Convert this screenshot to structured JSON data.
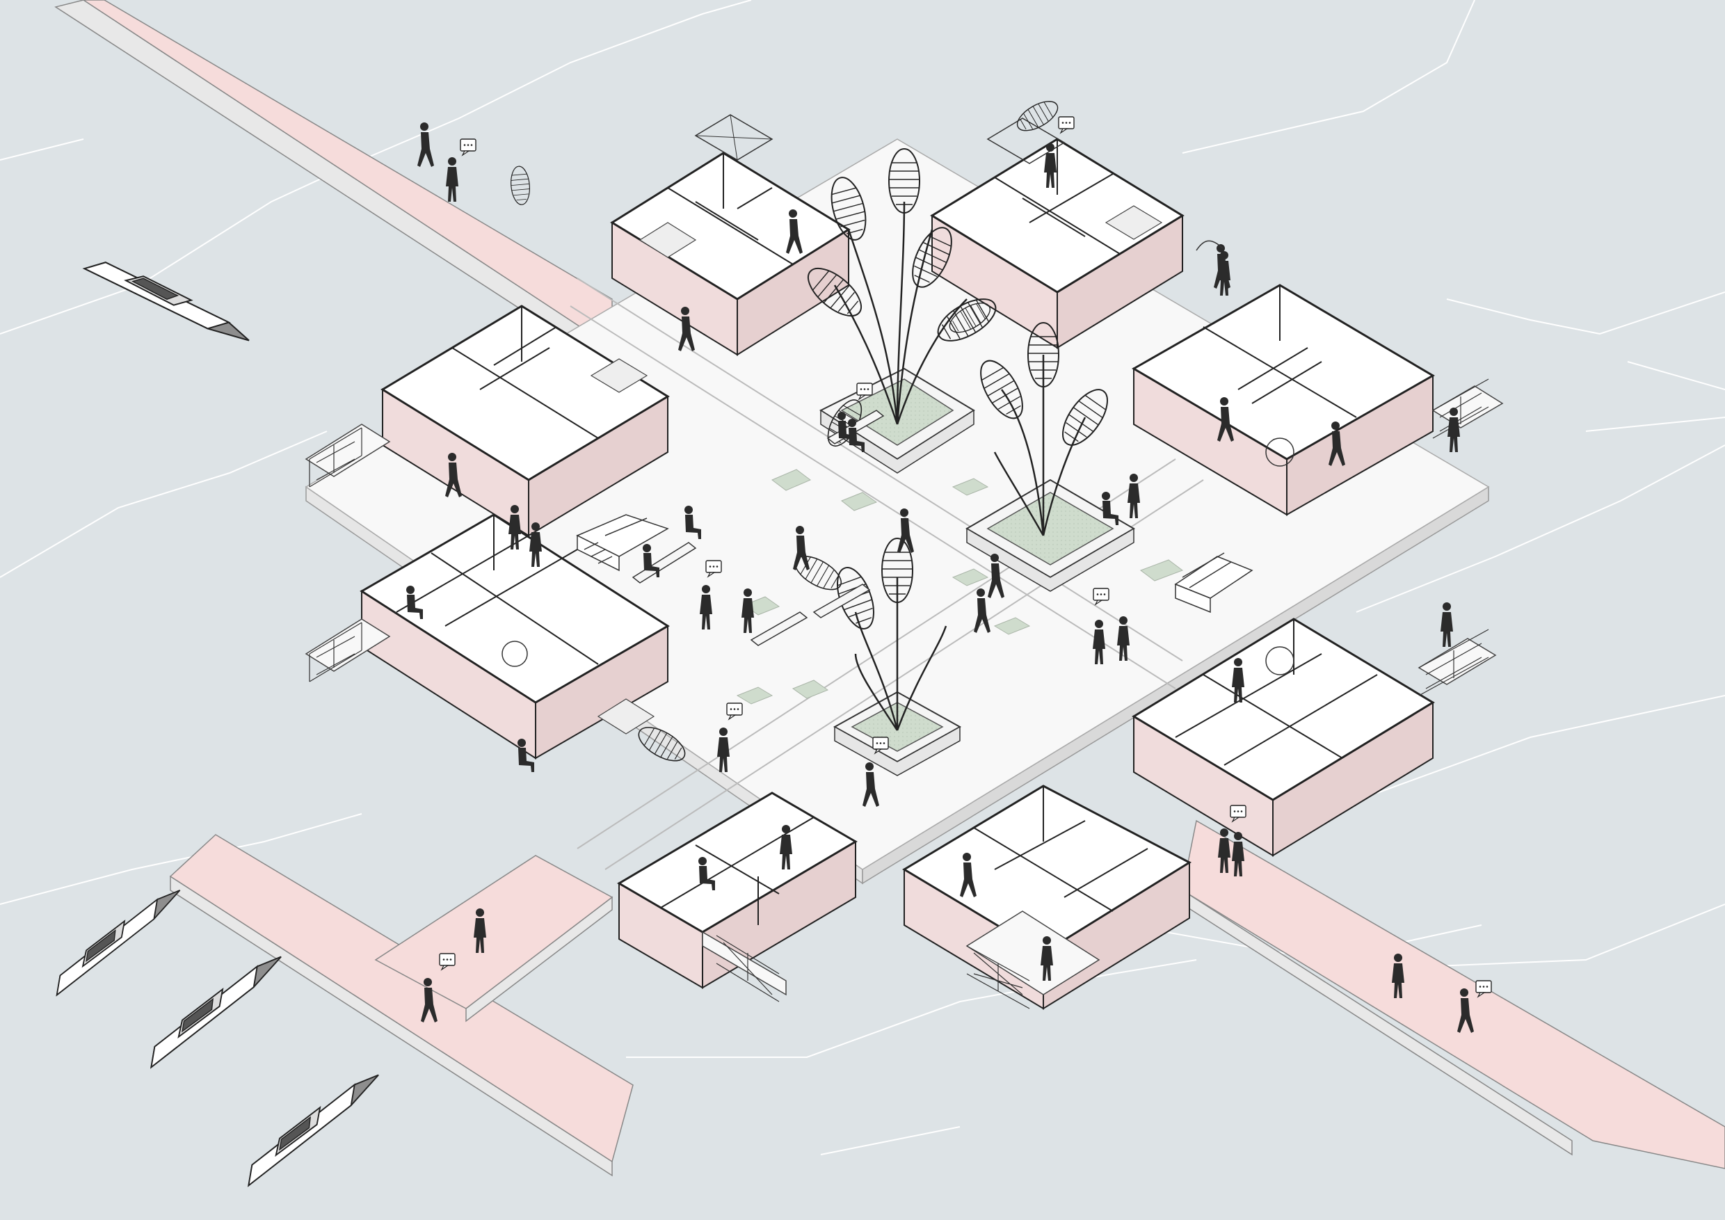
{
  "colors": {
    "water": "#dde3e6",
    "water_lines": "#ffffff",
    "pier": "#f6dcdb",
    "pier_side": "#e8e8e8",
    "platform": "#f8f8f8",
    "platform_edge": "#c9c9c9",
    "container_pink": "#f0dcdc",
    "room_floor": "#ffffff",
    "wall_dark": "#2a2a2a",
    "planter_green": "#cfdccd",
    "figure": "#2b2b2b",
    "boat_hull": "#9a9a9a"
  },
  "speech_bubble_text": "...",
  "elements": {
    "piers": [
      "pier-northwest",
      "pier-southwest",
      "pier-southeast"
    ],
    "modules": [
      "module-north-left",
      "module-north-right",
      "module-west-upper",
      "module-west-lower",
      "module-east-upper",
      "module-east-lower",
      "module-south-left",
      "module-south-right"
    ],
    "planters": [
      "planter-north",
      "planter-east",
      "planter-south"
    ],
    "boats": [
      "boat-1",
      "boat-2",
      "boat-3",
      "boat-4"
    ]
  }
}
